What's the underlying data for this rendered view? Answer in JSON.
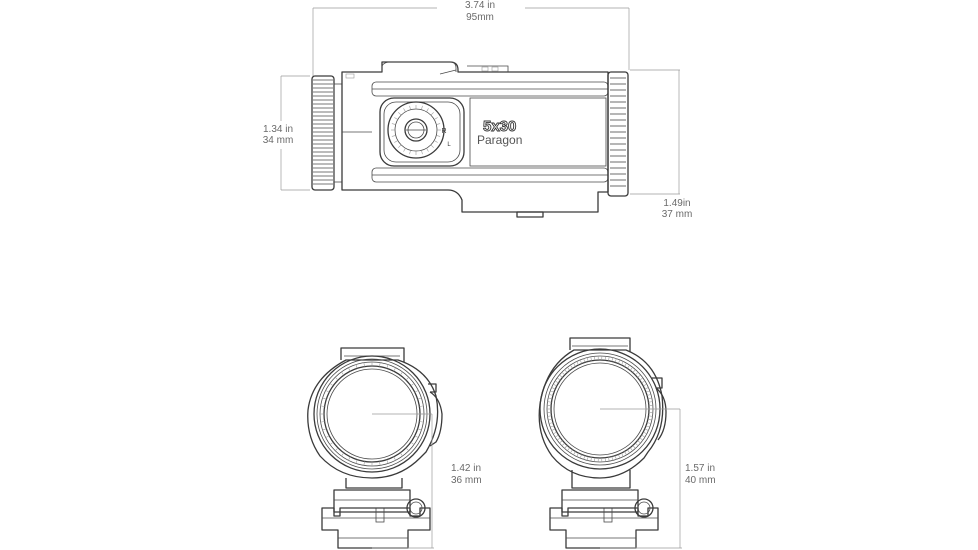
{
  "dimensions": {
    "length": {
      "imperial": "3.74 in",
      "metric": "95mm"
    },
    "objective_height": {
      "imperial": "1.34 in",
      "metric": "34 mm"
    },
    "body_height": {
      "imperial": "1.49in",
      "metric": "37 mm"
    },
    "front_view_height": {
      "imperial": "1.42 in",
      "metric": "36 mm"
    },
    "rear_view_height": {
      "imperial": "1.57 in",
      "metric": "40 mm"
    }
  },
  "product": {
    "magnification": "5x30",
    "name": "Paragon"
  },
  "turret_marks": [
    "R",
    "L"
  ]
}
